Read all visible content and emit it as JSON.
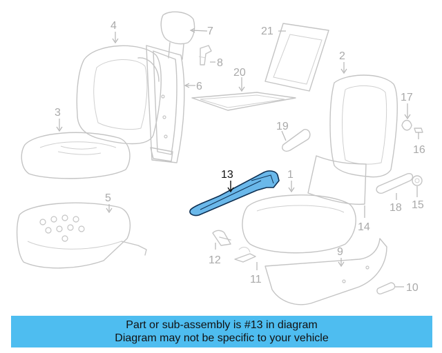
{
  "diagram": {
    "highlighted_part": "13",
    "callouts": {
      "c1": "1",
      "c2": "2",
      "c3": "3",
      "c4": "4",
      "c5": "5",
      "c6": "6",
      "c7": "7",
      "c8": "8",
      "c9": "9",
      "c10": "10",
      "c11": "11",
      "c12": "12",
      "c13": "13",
      "c14": "14",
      "c15": "15",
      "c16": "16",
      "c17": "17",
      "c18": "18",
      "c19": "19",
      "c20": "20",
      "c21": "21"
    },
    "colors": {
      "highlight_fill": "#6ab8ea",
      "highlight_stroke": "#0d2f52",
      "part_line": "#c4c4c4",
      "banner_bg": "#4ebdf0"
    }
  },
  "banner": {
    "line1": "Part or sub-assembly is #13 in diagram",
    "line2": "Diagram may not be specific to your vehicle"
  }
}
